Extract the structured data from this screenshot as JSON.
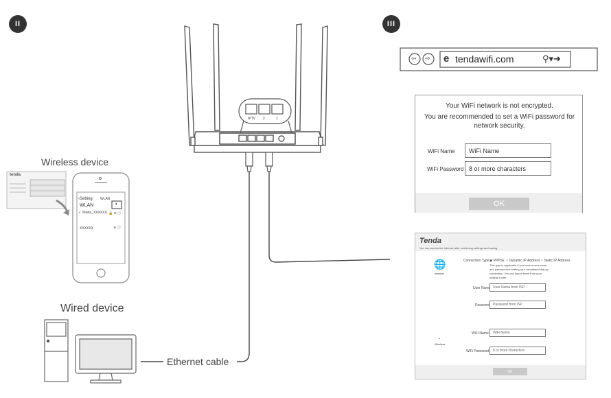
{
  "steps": {
    "left": "II",
    "right": "III"
  },
  "router": {
    "port_labels_zoom": [
      "IPTV",
      "2",
      "1"
    ]
  },
  "devices": {
    "wireless_label": "Wireless device",
    "wired_label": "Wired device",
    "cable_label": "Ethernet cable",
    "phone": {
      "header": "WLAN",
      "back": "Setting",
      "wlan_label": "WLAN",
      "network": "Tenda_XXXXXX",
      "other": "XXXXXX"
    },
    "label_sticker": {
      "brand": "tenda"
    }
  },
  "browser": {
    "url": "tendawifi.com"
  },
  "dialog": {
    "line1": "Your WiFi network is not encrypted.",
    "line2": "You are recommended to set a WiFi password for",
    "line3": "network security.",
    "wifi_name_label": "WiFi Name",
    "wifi_name_placeholder": "WiFi Name",
    "wifi_password_label": "WiFi Password",
    "wifi_password_placeholder": "8 or more characters",
    "ok": "OK"
  },
  "setup_page": {
    "logo": "Tenda",
    "subtitle": "You can access the Internet after confirming settings and saving.",
    "connection_type_label": "Connection Type",
    "connection_options": [
      "PPPoE",
      "Dynamic IP Address",
      "Static IP Address"
    ],
    "note": "This type is applicable if you have a user name and password for setting up a broadband dial-up connection. You can import them from your original router.",
    "internet_label": "Internet",
    "user_name_label": "User Name",
    "user_name_placeholder": "User Name from ISP",
    "password_label": "Password",
    "password_placeholder": "Password from ISP",
    "wireless_label": "Wireless",
    "wifi_name_label": "WiFi Name",
    "wifi_name_placeholder": "WiFi Name",
    "wifi_password_label": "WiFi Password",
    "wifi_password_placeholder": "8 or more characters",
    "ok": "OK"
  }
}
